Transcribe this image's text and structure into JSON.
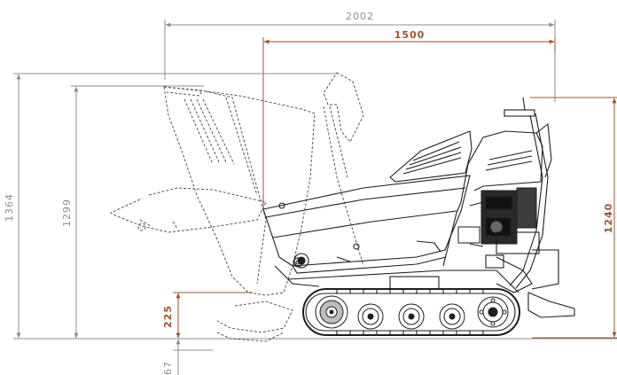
{
  "colors": {
    "gray_dimension": "#8c8c8c",
    "orange_dimension": "#a0522d",
    "outline": "#1e1e1e",
    "dashed_outline": "#555555"
  },
  "dimensions": {
    "overall_length": "2002",
    "tray_length": "1500",
    "max_height_raised": "1364",
    "dump_height": "1299",
    "handle_height": "1240",
    "ground_to_lip": "225",
    "ground_clearance_partial": "67"
  }
}
